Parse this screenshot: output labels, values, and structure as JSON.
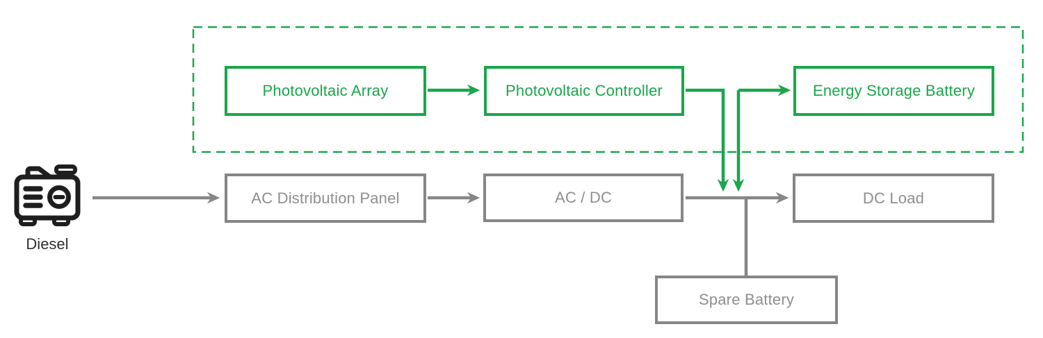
{
  "colors": {
    "green": "#1aa64b",
    "gray": "#868686",
    "gray_text": "#8e8e8e",
    "icon_black": "#1e1e1e",
    "diesel_label": "#2f2f2f",
    "background": "#ffffff"
  },
  "nodes": {
    "pv_array": {
      "label": "Photovoltaic Array"
    },
    "pv_controller": {
      "label": "Photovoltaic Controller"
    },
    "energy_storage_battery": {
      "label": "Energy Storage Battery"
    },
    "ac_distribution_panel": {
      "label": "AC Distribution Panel"
    },
    "ac_dc": {
      "label": "AC / DC"
    },
    "dc_load": {
      "label": "DC Load"
    },
    "spare_battery": {
      "label": "Spare Battery"
    },
    "diesel": {
      "label": "Diesel",
      "icon": "diesel-generator-icon"
    }
  },
  "groups": {
    "pv_system": {
      "style": "dashed-green-outline",
      "contains": [
        "pv_array",
        "pv_controller",
        "energy_storage_battery"
      ]
    }
  },
  "edges": [
    {
      "from": "diesel",
      "to": "ac_distribution_panel",
      "color": "gray",
      "arrow": true
    },
    {
      "from": "ac_distribution_panel",
      "to": "ac_dc",
      "color": "gray",
      "arrow": true
    },
    {
      "from": "ac_dc",
      "to": "dc_load",
      "color": "gray",
      "arrow": true
    },
    {
      "from": "dc_bus",
      "to": "spare_battery",
      "color": "gray",
      "arrow": false
    },
    {
      "from": "pv_array",
      "to": "pv_controller",
      "color": "green",
      "arrow": true
    },
    {
      "from": "pv_controller",
      "to": "dc_bus",
      "color": "green",
      "arrow": true
    },
    {
      "from": "pv_controller_branch",
      "to": "energy_storage_battery",
      "color": "green",
      "arrow": true
    },
    {
      "from": "energy_storage_battery_branch",
      "to": "dc_bus",
      "color": "green",
      "arrow": true
    }
  ]
}
